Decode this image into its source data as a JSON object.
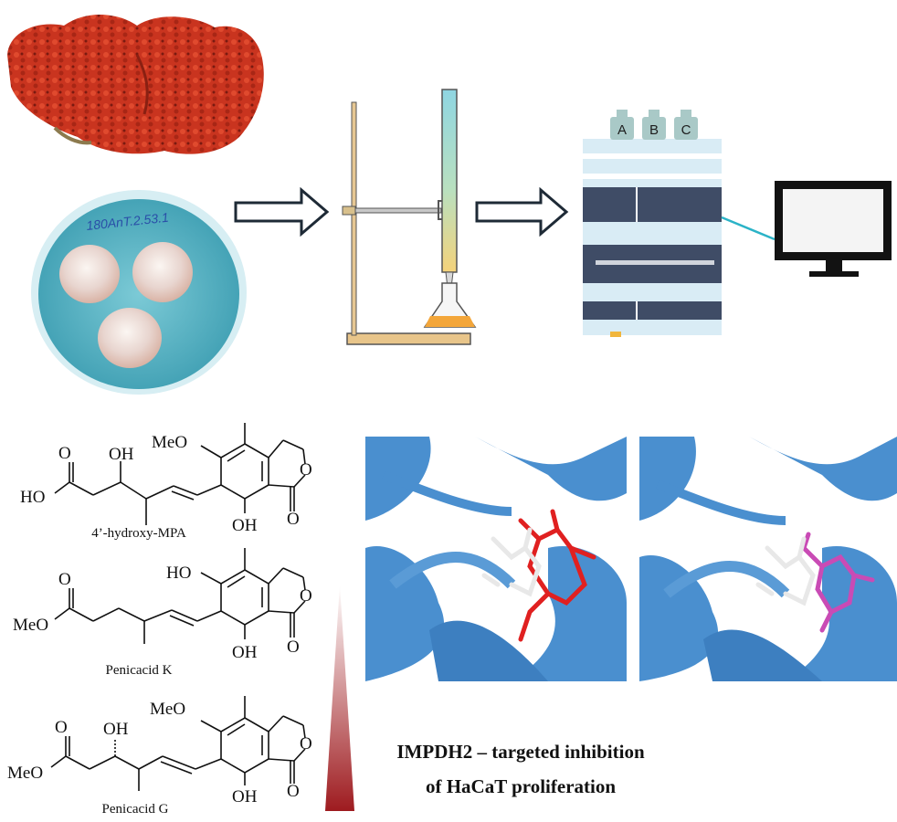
{
  "workflow": {
    "plate_label": "180AnT.2.53.1",
    "hplc_bottles": [
      "A",
      "B",
      "C"
    ]
  },
  "compounds": [
    {
      "name": "4’-hydroxy-MPA",
      "labels": {
        "meo": "MeO",
        "top_oh": "OH",
        "acid_o": "O",
        "acid_ho": "HO",
        "phenol": "OH",
        "lactone_o": "O",
        "lactone_co": "O"
      }
    },
    {
      "name": "Penicacid K",
      "labels": {
        "ho": "HO",
        "ester_o": "O",
        "ester_meo": "MeO",
        "phenol": "OH",
        "lactone_o": "O",
        "lactone_co": "O"
      }
    },
    {
      "name": "Penicacid G",
      "labels": {
        "meo": "MeO",
        "top_oh": "OH",
        "ester_o": "O",
        "ester_meo": "MeO",
        "phenol": "OH",
        "lactone_o": "O",
        "lactone_co": "O"
      }
    }
  ],
  "conclusion": {
    "line1": "IMPDH2 – targeted inhibition",
    "line2": "of HaCaT proliferation"
  },
  "colors": {
    "coral": "#c9341f",
    "agar": "#66c2d0",
    "protein": "#4a8fcf",
    "ligand_red": "#e02020",
    "ligand_magenta": "#c94bb5",
    "gradient_top": "#ffffff",
    "gradient_bottom": "#9e1b1f"
  }
}
